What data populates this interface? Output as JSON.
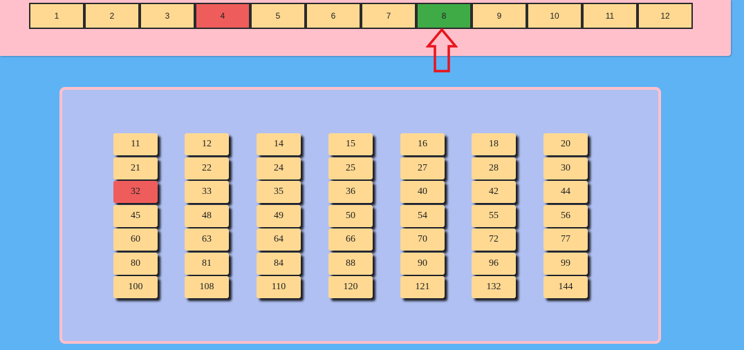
{
  "strip": [
    {
      "label": "1",
      "state": "normal"
    },
    {
      "label": "2",
      "state": "normal"
    },
    {
      "label": "3",
      "state": "normal"
    },
    {
      "label": "4",
      "state": "red"
    },
    {
      "label": "5",
      "state": "normal"
    },
    {
      "label": "6",
      "state": "normal"
    },
    {
      "label": "7",
      "state": "normal"
    },
    {
      "label": "8",
      "state": "green"
    },
    {
      "label": "9",
      "state": "normal"
    },
    {
      "label": "10",
      "state": "normal"
    },
    {
      "label": "11",
      "state": "normal"
    },
    {
      "label": "12",
      "state": "normal"
    }
  ],
  "columns": [
    [
      "11",
      "21",
      "32",
      "45",
      "60",
      "80",
      "100"
    ],
    [
      "12",
      "22",
      "33",
      "48",
      "63",
      "81",
      "108"
    ],
    [
      "14",
      "24",
      "35",
      "49",
      "64",
      "84",
      "110"
    ],
    [
      "15",
      "25",
      "36",
      "50",
      "66",
      "88",
      "120"
    ],
    [
      "16",
      "27",
      "40",
      "54",
      "70",
      "90",
      "121"
    ],
    [
      "18",
      "28",
      "42",
      "55",
      "72",
      "96",
      "132"
    ],
    [
      "20",
      "30",
      "44",
      "56",
      "77",
      "99",
      "144"
    ]
  ],
  "highlighted_tiles": [
    "32"
  ],
  "selected_strip_number": "8",
  "colors": {
    "background": "#5eb3f5",
    "panel": "#ffc0cb",
    "board": "#b0c0f2",
    "tile": "#ffd992",
    "red": "#ef5c5c",
    "green": "#3fab47",
    "arrow": "#e8141c"
  },
  "icons": {
    "pointer": "up-arrow-icon"
  }
}
